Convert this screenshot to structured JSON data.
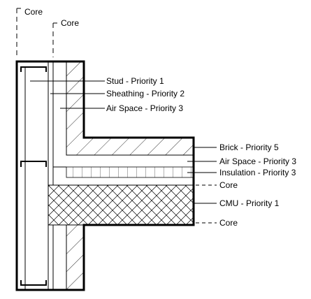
{
  "callouts": {
    "core_top_left": "Core",
    "core_top_right": "Core",
    "stud": "Stud - Priority 1",
    "sheathing": "Sheathing - Priority 2",
    "air_space_upper": "Air Space - Priority 3",
    "brick": "Brick - Priority 5",
    "air_space_lower": "Air Space - Priority 3",
    "insulation": "Insulation - Priority 3",
    "core_mid": "Core",
    "cmu": "CMU - Priority 1",
    "core_bottom": "Core"
  },
  "colors": {
    "line": "#000000",
    "background": "#ffffff"
  },
  "icons": {
    "stud_channel": "c-channel-stud-icon"
  }
}
